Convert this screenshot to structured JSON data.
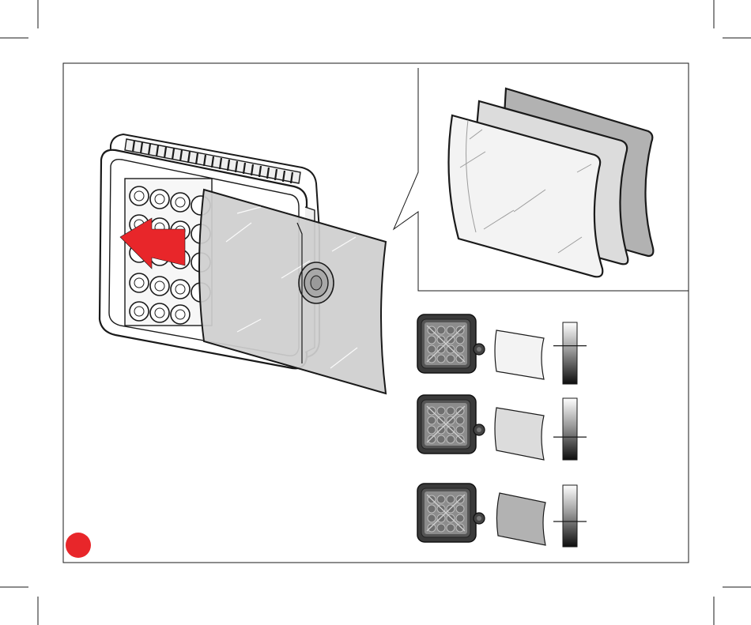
{
  "colors": {
    "accent_red": "#e8262a",
    "line": "#1a1a1a",
    "filter_light": "#f3f3f3",
    "filter_medium": "#dcdcdc",
    "filter_dark": "#b2b2b2",
    "sheet_gray": "#cfcfcf"
  },
  "icons": {
    "slide_arrow": "left-arrow-icon",
    "marker": "red-dot-icon"
  },
  "diffusion_levels": [
    {
      "filter": "light",
      "level": 0.62
    },
    {
      "filter": "medium",
      "level": 0.37
    },
    {
      "filter": "dark",
      "level": 0.41
    }
  ]
}
